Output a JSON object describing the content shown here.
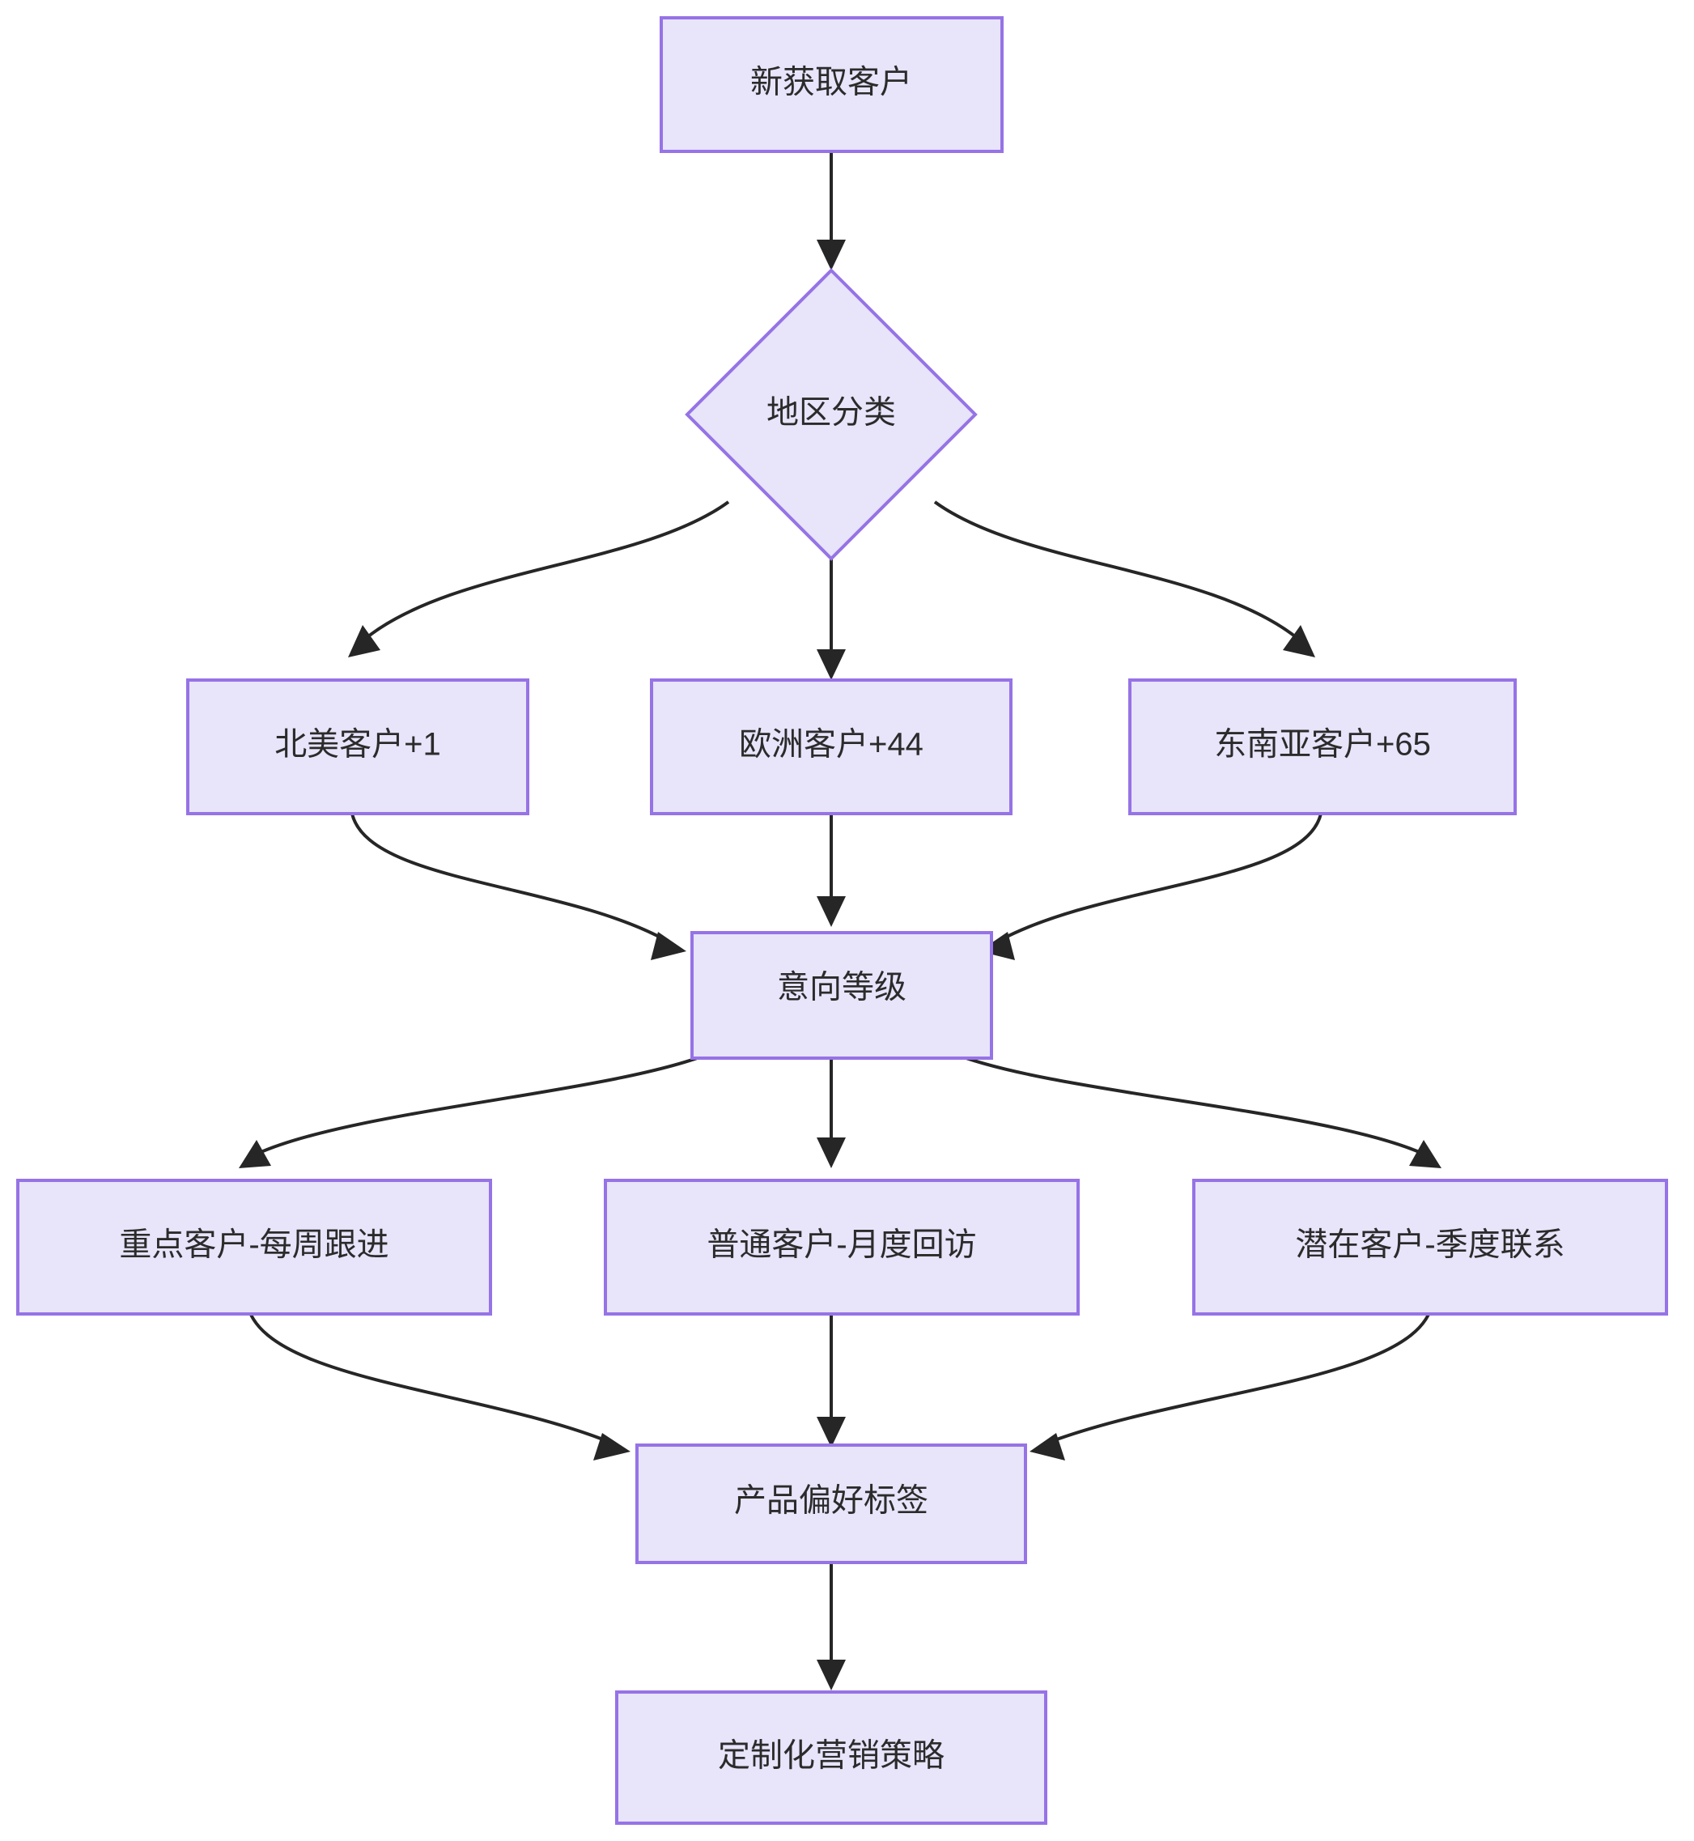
{
  "diagram": {
    "type": "flowchart",
    "direction": "top-to-bottom",
    "theme": {
      "node_fill": "#e8e4fa",
      "node_border": "#9673e6",
      "edge_color": "#262626",
      "text_color": "#2b2b2b",
      "background": "#ffffff"
    },
    "nodes": [
      {
        "id": "n1",
        "shape": "rect",
        "label": "新获取客户"
      },
      {
        "id": "n2",
        "shape": "diamond",
        "label": "地区分类"
      },
      {
        "id": "n3",
        "shape": "rect",
        "label": "北美客户+1"
      },
      {
        "id": "n4",
        "shape": "rect",
        "label": "欧洲客户+44"
      },
      {
        "id": "n5",
        "shape": "rect",
        "label": "东南亚客户+65"
      },
      {
        "id": "n6",
        "shape": "rect",
        "label": "意向等级"
      },
      {
        "id": "n7",
        "shape": "rect",
        "label": "重点客户-每周跟进"
      },
      {
        "id": "n8",
        "shape": "rect",
        "label": "普通客户-月度回访"
      },
      {
        "id": "n9",
        "shape": "rect",
        "label": "潜在客户-季度联系"
      },
      {
        "id": "n10",
        "shape": "rect",
        "label": "产品偏好标签"
      },
      {
        "id": "n11",
        "shape": "rect",
        "label": "定制化营销策略"
      }
    ],
    "edges": [
      {
        "from": "n1",
        "to": "n2",
        "label": ""
      },
      {
        "from": "n2",
        "to": "n3",
        "label": ""
      },
      {
        "from": "n2",
        "to": "n4",
        "label": ""
      },
      {
        "from": "n2",
        "to": "n5",
        "label": ""
      },
      {
        "from": "n3",
        "to": "n6",
        "label": ""
      },
      {
        "from": "n4",
        "to": "n6",
        "label": ""
      },
      {
        "from": "n5",
        "to": "n6",
        "label": ""
      },
      {
        "from": "n6",
        "to": "n7",
        "label": ""
      },
      {
        "from": "n6",
        "to": "n8",
        "label": ""
      },
      {
        "from": "n6",
        "to": "n9",
        "label": ""
      },
      {
        "from": "n7",
        "to": "n10",
        "label": ""
      },
      {
        "from": "n8",
        "to": "n10",
        "label": ""
      },
      {
        "from": "n9",
        "to": "n10",
        "label": ""
      },
      {
        "from": "n10",
        "to": "n11",
        "label": ""
      }
    ]
  }
}
